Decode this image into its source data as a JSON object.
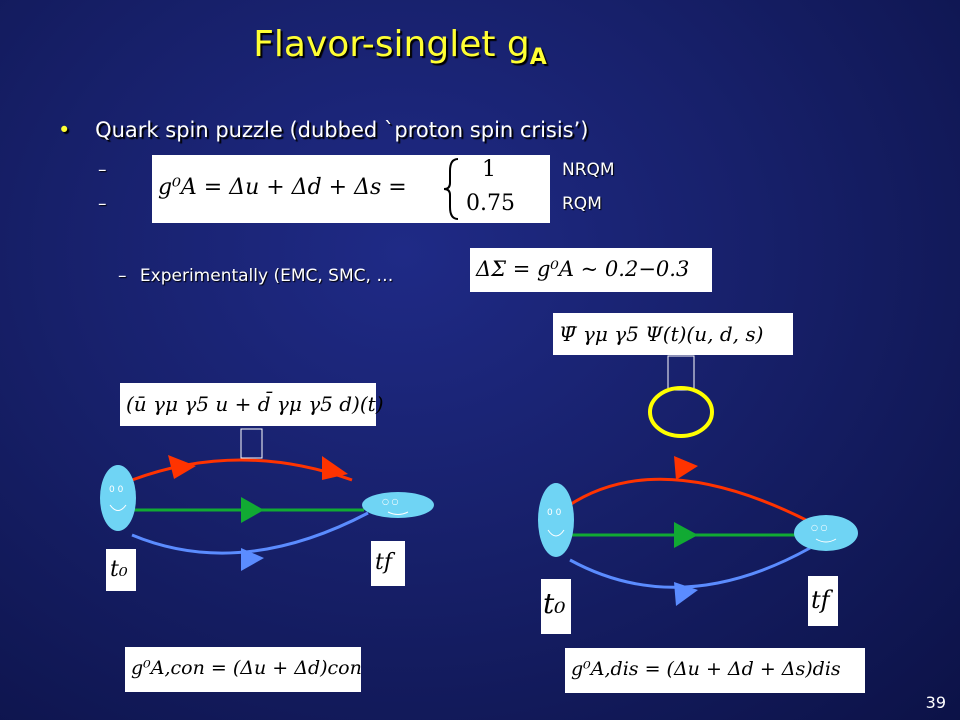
{
  "slide": {
    "title_main": "Flavor-singlet  g",
    "title_sub": "A",
    "bullet_symbol": "•",
    "bullet_text": "Quark spin puzzle (dubbed `proton spin crisis’)",
    "dash": "–",
    "nrqm_label": "NRQM",
    "rqm_label": "RQM",
    "experimental_text": "Experimentally (EMC, SMC, …",
    "page_number": "39"
  },
  "equations": {
    "ga_sum": "g⁰A = Δu + Δd + Δs =",
    "case_top": "1",
    "case_bottom": "0.75",
    "delta_sigma": "ΔΣ = g⁰A ~ 0.2−0.3",
    "disconnected_current": "Ψ̄ γμ γ5 Ψ(t)(u, d, s)",
    "connected_current": "(ū γμ γ5 u + d̄ γμ γ5 d)(t)",
    "t0_left": "t₀",
    "tf_left": "tf",
    "t0_right": "t₀",
    "tf_right": "tf",
    "ga_con": "g⁰A,con = (Δu + Δd)con",
    "ga_dis": "g⁰A,dis = (Δu + Δd + Δs)dis"
  },
  "colors": {
    "title": "#ffff33",
    "quark_red": "#ff3300",
    "quark_green": "#11aa33",
    "quark_blue": "#5b8cff",
    "face": "#6fd4f4",
    "loop": "#ffff00"
  },
  "icons": [
    "smiley-face-icon",
    "arrow-triangle-icon"
  ]
}
